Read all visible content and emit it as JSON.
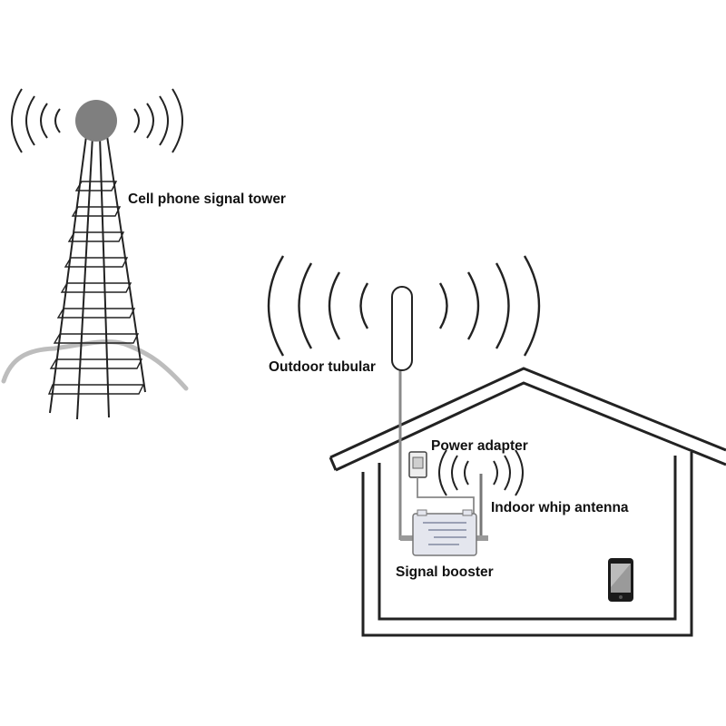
{
  "labels": {
    "tower": "Cell phone signal tower",
    "outdoor_antenna": "Outdoor tubular",
    "power_adapter": "Power adapter",
    "indoor_antenna": "Indoor whip antenna",
    "signal_booster": "Signal booster"
  },
  "colors": {
    "line": "#222222",
    "tower_dish": "#7f7f7f",
    "ground": "#bdbdbd",
    "cable": "#8a8a8a",
    "device_fill": "#e4e6ee",
    "phone_body": "#1a1a1a",
    "phone_screen": "#9a9a9a"
  }
}
